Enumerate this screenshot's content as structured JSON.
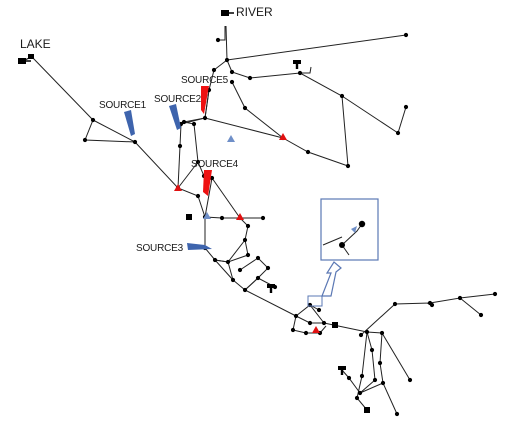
{
  "labels": {
    "lake": "LAKE",
    "river": "RIVER",
    "source1": "SOURCE1",
    "source2": "SOURCE2",
    "source3": "SOURCE3",
    "source4": "SOURCE4",
    "source5": "SOURCE5"
  },
  "colors": {
    "pipe": "#222222",
    "node": "#000000",
    "source_blue": "#3e64ad",
    "source_red": "#ee1111",
    "valve_blue": "#6f8fc8",
    "valve_red": "#e01010",
    "inset_border": "#5b78b4",
    "inset_arrow_fill": "#ffffff"
  },
  "icons": {
    "reservoir": "reservoir-icon",
    "tank": "tank-icon",
    "pump": "pump-icon",
    "valve": "valve-triangle-icon",
    "junction": "junction-node-icon"
  }
}
